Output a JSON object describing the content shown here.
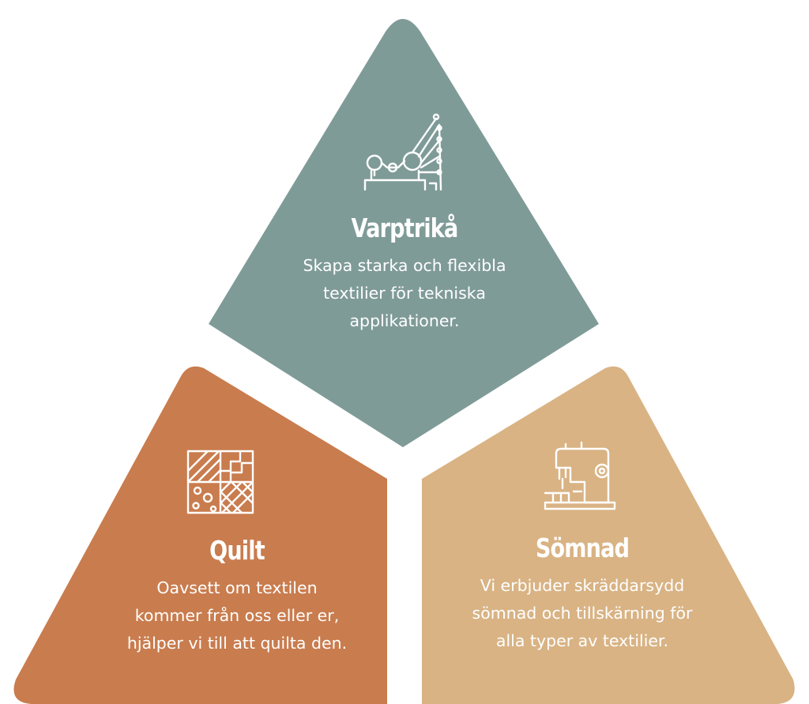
{
  "colors": {
    "varptrika": "#7f9b98",
    "quilt": "#c97c4e",
    "somnad": "#d9b384",
    "text": "#ffffff",
    "icon_stroke": "#ffffff"
  },
  "segments": {
    "top": {
      "title": "Varptrikå",
      "icon": "warp-knitting-machine-icon",
      "lines": [
        "Skapa starka och flexibla",
        "textilier för tekniska",
        "applikationer."
      ]
    },
    "left": {
      "title": "Quilt",
      "icon": "quilt-pattern-icon",
      "lines": [
        "Oavsett om textilen",
        "kommer från oss eller er,",
        "hjälper vi till att quilta den."
      ]
    },
    "right": {
      "title": "Sömnad",
      "icon": "sewing-machine-icon",
      "lines": [
        "Vi erbjuder skräddarsydd",
        "sömnad och tillskärning för",
        "alla typer av textilier."
      ]
    }
  }
}
